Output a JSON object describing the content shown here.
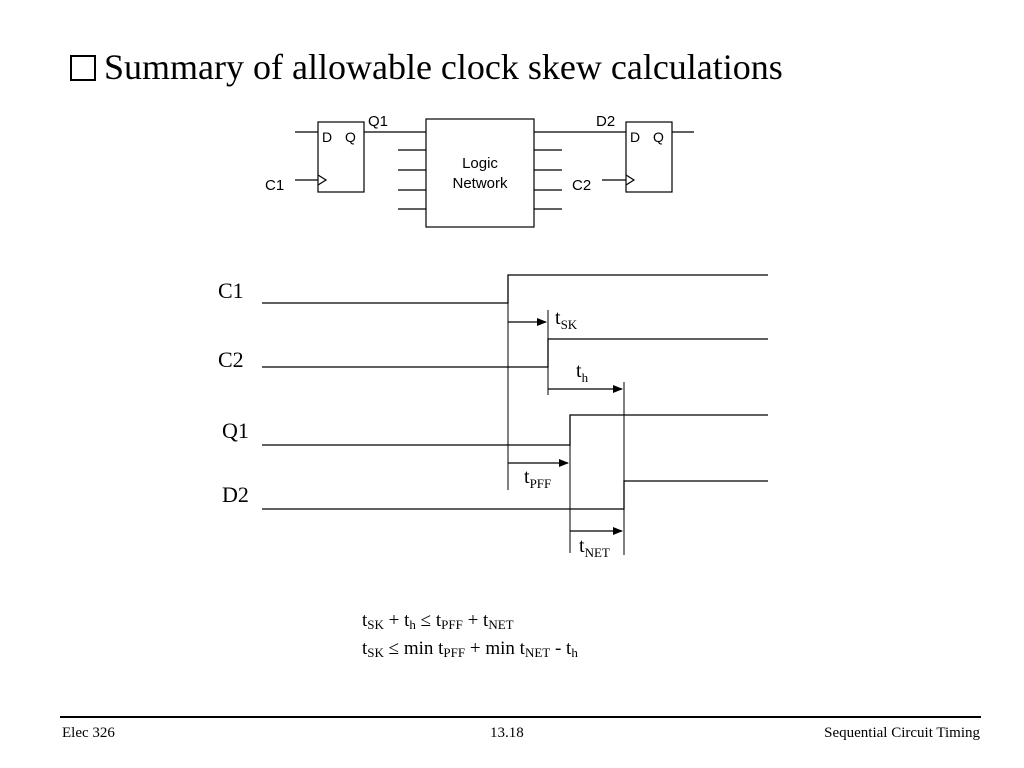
{
  "title": "Summary of allowable clock skew calculations",
  "circuit": {
    "ff1": {
      "d": "D",
      "q": "Q",
      "clk_label": "C1",
      "out_label": "Q1"
    },
    "ff2": {
      "d": "D",
      "q": "Q",
      "clk_label": "C2",
      "in_label": "D2"
    },
    "network": {
      "line1": "Logic",
      "line2": "Network"
    }
  },
  "timing": {
    "signals": [
      "C1",
      "C2",
      "Q1",
      "D2"
    ],
    "intervals": {
      "tsk": {
        "base": "t",
        "sub": "SK"
      },
      "th": {
        "base": "t",
        "sub": "h"
      },
      "tpff": {
        "base": "t",
        "sub": "PFF"
      },
      "tnet": {
        "base": "t",
        "sub": "NET"
      }
    }
  },
  "equations": {
    "eq1": {
      "t1": "t",
      "s1": "SK",
      "op1": " + t",
      "s2": "h",
      "op2": " ≤ t",
      "s3": "PFF",
      "op3": " + t",
      "s4": "NET"
    },
    "eq2": {
      "t1": "t",
      "s1": "SK",
      "op1": " ≤ min t",
      "s2": "PFF",
      "op2": " + min t",
      "s3": "NET",
      "op3": " - t",
      "s4": "h"
    }
  },
  "footer": {
    "left": "Elec 326",
    "center": "13.18",
    "right": "Sequential Circuit Timing"
  }
}
